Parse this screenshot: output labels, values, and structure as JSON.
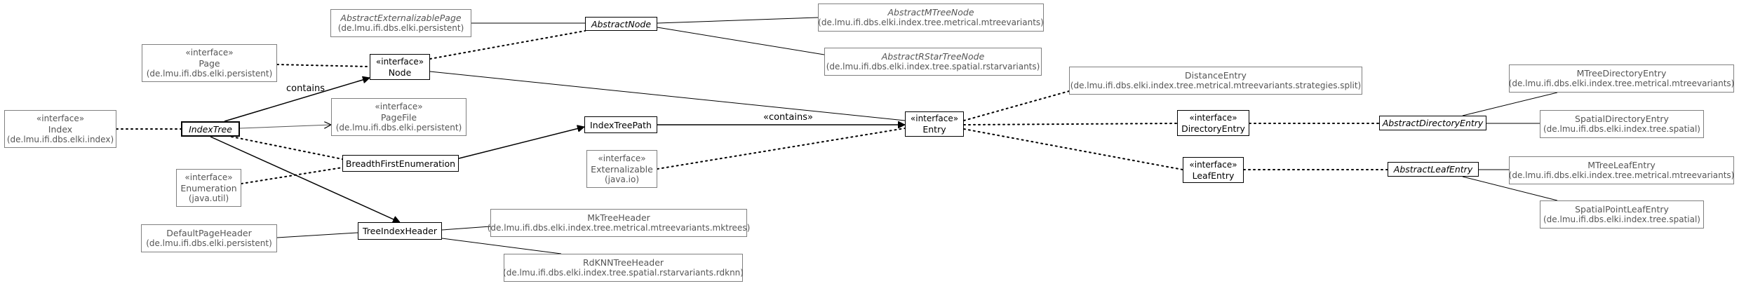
{
  "nodes": [
    {
      "id": "abstract_externalizable_page",
      "stereotype": "",
      "name": "AbstractExternalizablePage",
      "package": "(de.lmu.ifi.dbs.elki.persistent)",
      "abstract": true,
      "external": true
    },
    {
      "id": "abstract_node",
      "stereotype": "",
      "name": "AbstractNode",
      "package": "",
      "abstract": true,
      "external": false
    },
    {
      "id": "abstract_mtree_node",
      "stereotype": "",
      "name": "AbstractMTreeNode",
      "package": "(de.lmu.ifi.dbs.elki.index.tree.metrical.mtreevariants)",
      "abstract": true,
      "external": true
    },
    {
      "id": "abstract_rstar_tree_node",
      "stereotype": "",
      "name": "AbstractRStarTreeNode",
      "package": "(de.lmu.ifi.dbs.elki.index.tree.spatial.rstarvariants)",
      "abstract": true,
      "external": true
    },
    {
      "id": "page",
      "stereotype": "«interface»",
      "name": "Page",
      "package": "(de.lmu.ifi.dbs.elki.persistent)",
      "abstract": false,
      "external": true
    },
    {
      "id": "node",
      "stereotype": "«interface»",
      "name": "Node",
      "package": "",
      "abstract": false,
      "external": false
    },
    {
      "id": "index",
      "stereotype": "«interface»",
      "name": "Index",
      "package": "(de.lmu.ifi.dbs.elki.index)",
      "abstract": false,
      "external": true
    },
    {
      "id": "index_tree",
      "stereotype": "",
      "name": "IndexTree",
      "package": "",
      "abstract": true,
      "external": false,
      "focus": true
    },
    {
      "id": "page_file",
      "stereotype": "«interface»",
      "name": "PageFile",
      "package": "(de.lmu.ifi.dbs.elki.persistent)",
      "abstract": false,
      "external": true
    },
    {
      "id": "index_tree_path",
      "stereotype": "",
      "name": "IndexTreePath",
      "package": "",
      "abstract": false,
      "external": false
    },
    {
      "id": "breadth_first_enumeration",
      "stereotype": "",
      "name": "BreadthFirstEnumeration",
      "package": "",
      "abstract": false,
      "external": false
    },
    {
      "id": "enumeration",
      "stereotype": "«interface»",
      "name": "Enumeration",
      "package": "(java.util)",
      "abstract": false,
      "external": true
    },
    {
      "id": "externalizable",
      "stereotype": "«interface»",
      "name": "Externalizable",
      "package": "(java.io)",
      "abstract": false,
      "external": true
    },
    {
      "id": "entry",
      "stereotype": "«interface»",
      "name": "Entry",
      "package": "",
      "abstract": false,
      "external": false
    },
    {
      "id": "distance_entry",
      "stereotype": "",
      "name": "DistanceEntry",
      "package": "(de.lmu.ifi.dbs.elki.index.tree.metrical.mtreevariants.strategies.split)",
      "abstract": false,
      "external": true
    },
    {
      "id": "directory_entry",
      "stereotype": "«interface»",
      "name": "DirectoryEntry",
      "package": "",
      "abstract": false,
      "external": false
    },
    {
      "id": "leaf_entry",
      "stereotype": "«interface»",
      "name": "LeafEntry",
      "package": "",
      "abstract": false,
      "external": false
    },
    {
      "id": "abstract_directory_entry",
      "stereotype": "",
      "name": "AbstractDirectoryEntry",
      "package": "",
      "abstract": true,
      "external": false
    },
    {
      "id": "abstract_leaf_entry",
      "stereotype": "",
      "name": "AbstractLeafEntry",
      "package": "",
      "abstract": true,
      "external": false
    },
    {
      "id": "mtree_directory_entry",
      "stereotype": "",
      "name": "MTreeDirectoryEntry",
      "package": "(de.lmu.ifi.dbs.elki.index.tree.metrical.mtreevariants)",
      "abstract": false,
      "external": true
    },
    {
      "id": "spatial_directory_entry",
      "stereotype": "",
      "name": "SpatialDirectoryEntry",
      "package": "(de.lmu.ifi.dbs.elki.index.tree.spatial)",
      "abstract": false,
      "external": true
    },
    {
      "id": "mtree_leaf_entry",
      "stereotype": "",
      "name": "MTreeLeafEntry",
      "package": "(de.lmu.ifi.dbs.elki.index.tree.metrical.mtreevariants)",
      "abstract": false,
      "external": true
    },
    {
      "id": "spatial_point_leaf_entry",
      "stereotype": "",
      "name": "SpatialPointLeafEntry",
      "package": "(de.lmu.ifi.dbs.elki.index.tree.spatial)",
      "abstract": false,
      "external": true
    },
    {
      "id": "default_page_header",
      "stereotype": "",
      "name": "DefaultPageHeader",
      "package": "(de.lmu.ifi.dbs.elki.persistent)",
      "abstract": false,
      "external": true
    },
    {
      "id": "tree_index_header",
      "stereotype": "",
      "name": "TreeIndexHeader",
      "package": "",
      "abstract": false,
      "external": false
    },
    {
      "id": "mk_tree_header",
      "stereotype": "",
      "name": "MkTreeHeader",
      "package": "(de.lmu.ifi.dbs.elki.index.tree.metrical.mtreevariants.mktrees)",
      "abstract": false,
      "external": true
    },
    {
      "id": "rdknn_tree_header",
      "stereotype": "",
      "name": "RdKNNTreeHeader",
      "package": "(de.lmu.ifi.dbs.elki.index.tree.spatial.rstarvariants.rdknn)",
      "abstract": false,
      "external": true
    }
  ],
  "edges": [
    {
      "from": "abstract_externalizable_page",
      "to": "abstract_node",
      "kind": "generalization"
    },
    {
      "from": "abstract_node",
      "to": "abstract_mtree_node",
      "kind": "generalization"
    },
    {
      "from": "abstract_node",
      "to": "abstract_rstar_tree_node",
      "kind": "generalization"
    },
    {
      "from": "page",
      "to": "node",
      "kind": "realization"
    },
    {
      "from": "node",
      "to": "abstract_node",
      "kind": "realization"
    },
    {
      "from": "node",
      "to": "entry",
      "kind": "association"
    },
    {
      "from": "index",
      "to": "index_tree",
      "kind": "realization"
    },
    {
      "from": "index_tree",
      "to": "node",
      "kind": "navigable",
      "label": "contains"
    },
    {
      "from": "index_tree",
      "to": "page_file",
      "kind": "dependency"
    },
    {
      "from": "index_tree",
      "to": "breadth_first_enumeration",
      "kind": "realization"
    },
    {
      "from": "index_tree",
      "to": "tree_index_header",
      "kind": "navigable"
    },
    {
      "from": "breadth_first_enumeration",
      "to": "index_tree_path",
      "kind": "navigable"
    },
    {
      "from": "enumeration",
      "to": "breadth_first_enumeration",
      "kind": "realization"
    },
    {
      "from": "index_tree_path",
      "to": "entry",
      "kind": "navigable",
      "label": "«contains»"
    },
    {
      "from": "externalizable",
      "to": "entry",
      "kind": "realization"
    },
    {
      "from": "entry",
      "to": "distance_entry",
      "kind": "realization"
    },
    {
      "from": "entry",
      "to": "directory_entry",
      "kind": "realization"
    },
    {
      "from": "entry",
      "to": "leaf_entry",
      "kind": "realization"
    },
    {
      "from": "directory_entry",
      "to": "abstract_directory_entry",
      "kind": "realization"
    },
    {
      "from": "leaf_entry",
      "to": "abstract_leaf_entry",
      "kind": "realization"
    },
    {
      "from": "abstract_directory_entry",
      "to": "mtree_directory_entry",
      "kind": "generalization"
    },
    {
      "from": "abstract_directory_entry",
      "to": "spatial_directory_entry",
      "kind": "generalization"
    },
    {
      "from": "abstract_leaf_entry",
      "to": "mtree_leaf_entry",
      "kind": "generalization"
    },
    {
      "from": "abstract_leaf_entry",
      "to": "spatial_point_leaf_entry",
      "kind": "generalization"
    },
    {
      "from": "default_page_header",
      "to": "tree_index_header",
      "kind": "generalization"
    },
    {
      "from": "tree_index_header",
      "to": "mk_tree_header",
      "kind": "generalization"
    },
    {
      "from": "tree_index_header",
      "to": "rdknn_tree_header",
      "kind": "generalization"
    }
  ]
}
